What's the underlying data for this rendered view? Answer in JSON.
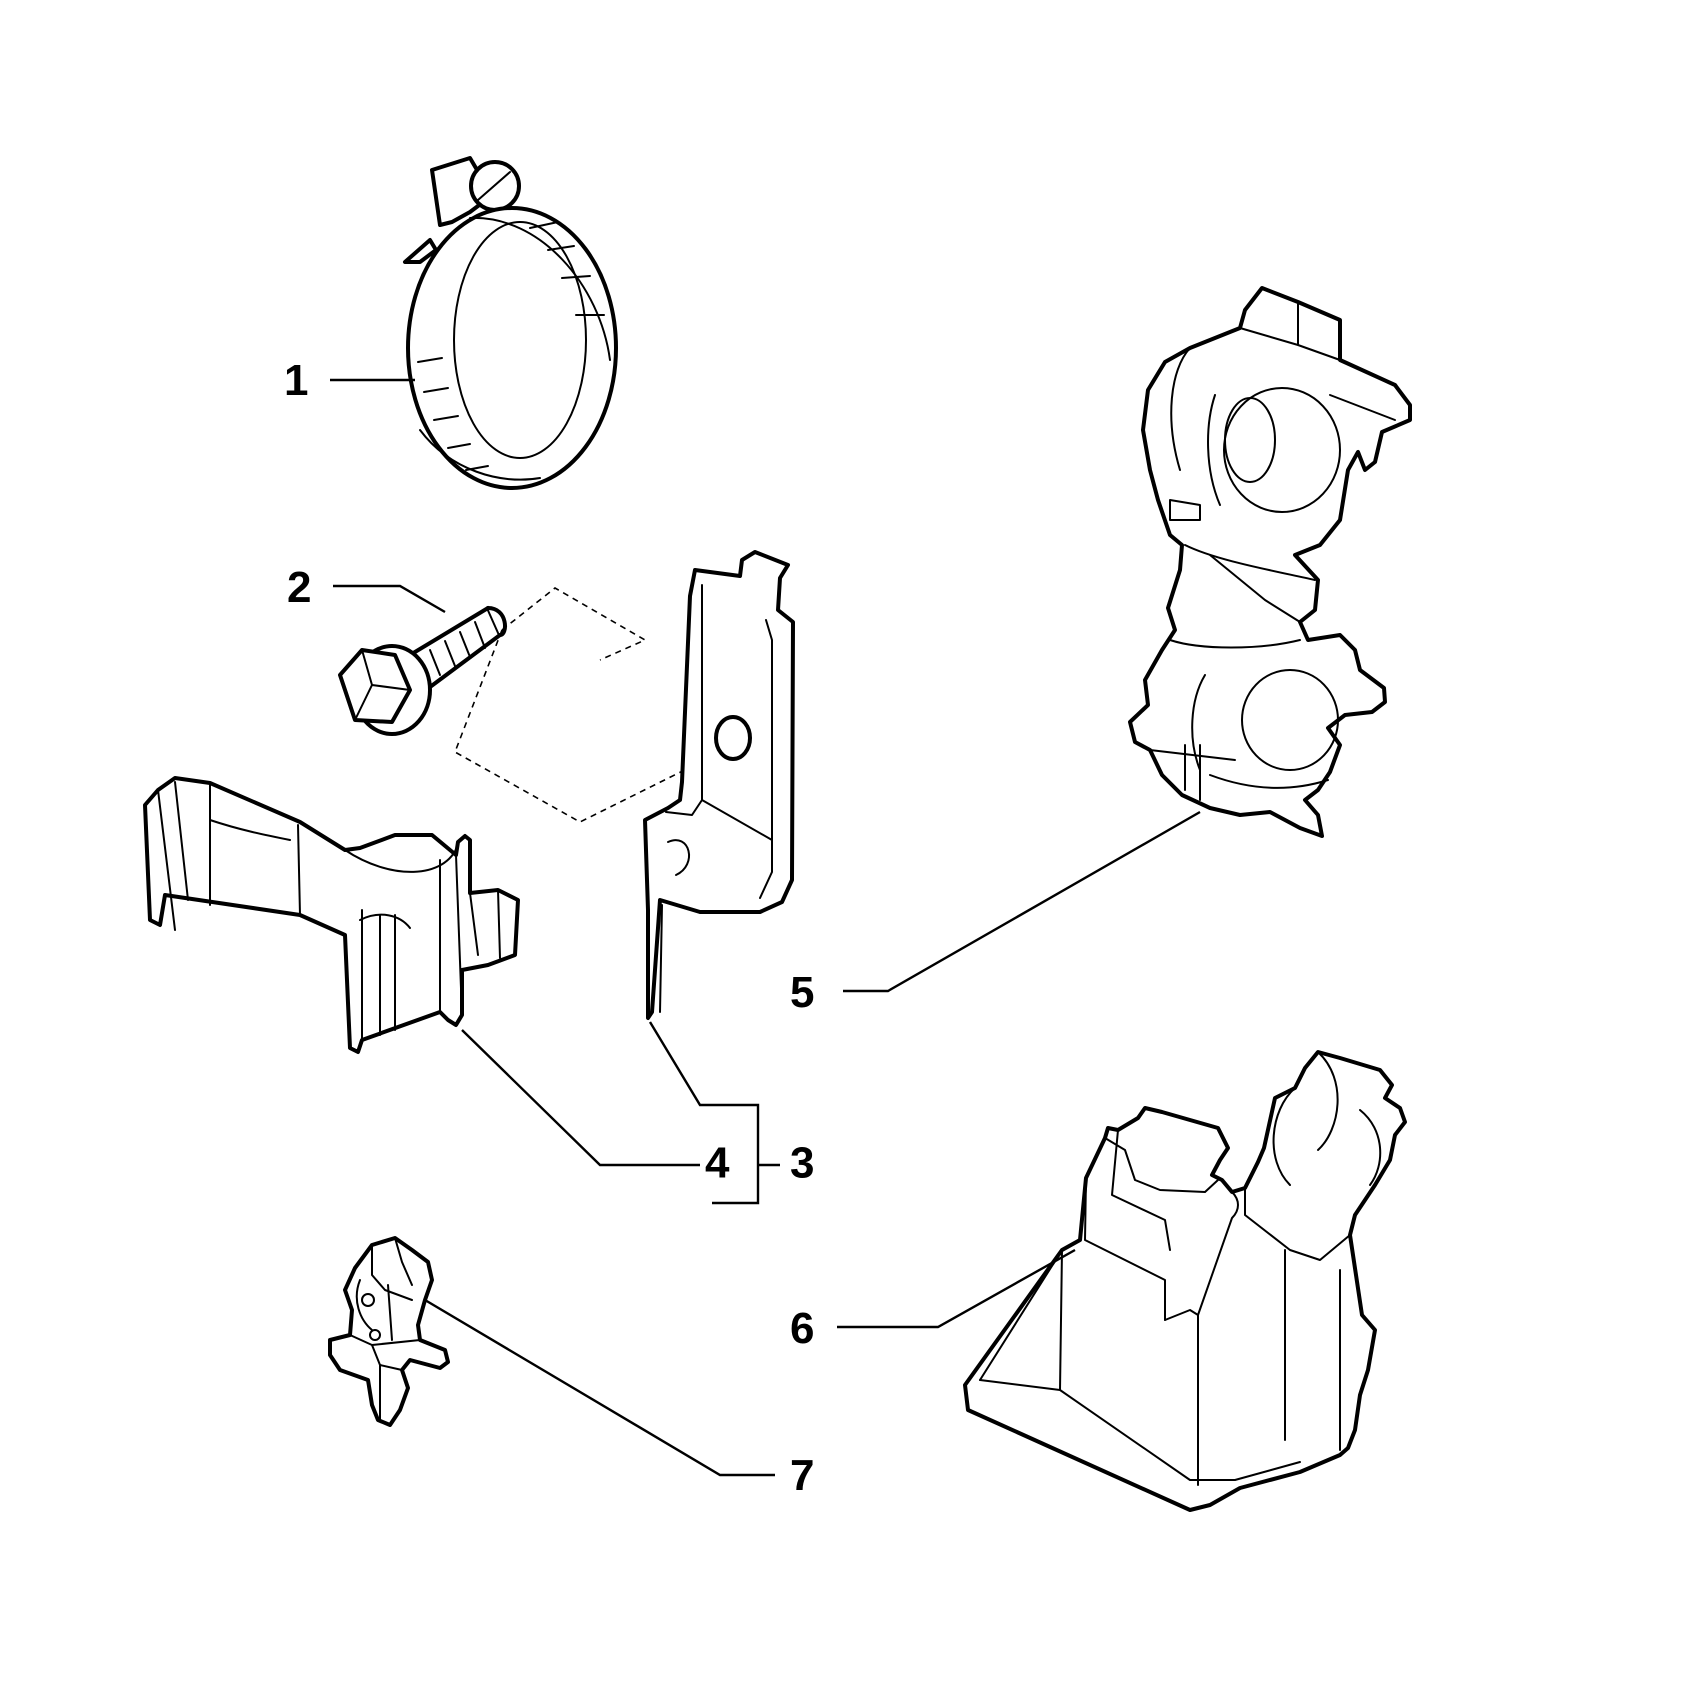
{
  "callouts": [
    {
      "number": "1",
      "part": "hose-clamp"
    },
    {
      "number": "2",
      "part": "flange-bolt"
    },
    {
      "number": "3",
      "part": "bracket"
    },
    {
      "number": "4",
      "part": "pipe-clip-with-stud"
    },
    {
      "number": "5",
      "part": "double-pipe-clip"
    },
    {
      "number": "6",
      "part": "pipe-holder-bracket"
    },
    {
      "number": "7",
      "part": "push-in-clip"
    }
  ],
  "colors": {
    "line": "#000000",
    "background": "#ffffff"
  }
}
